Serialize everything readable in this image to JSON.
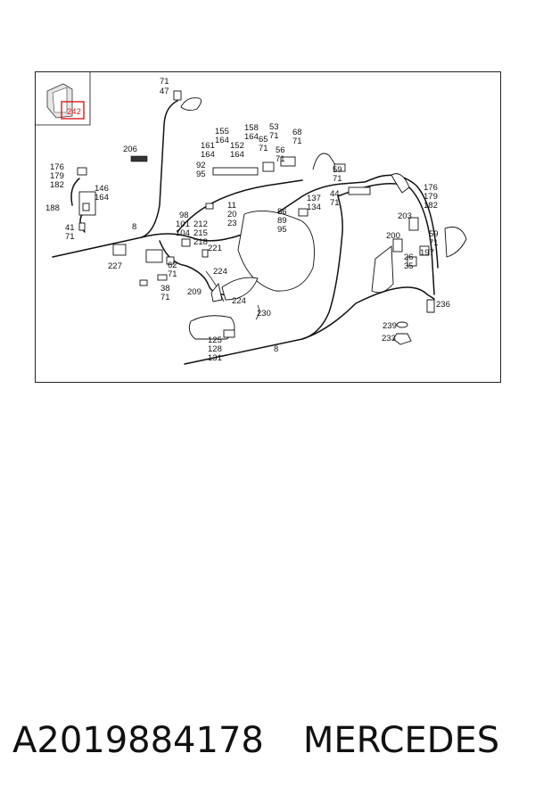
{
  "diagram": {
    "highlight_label": "242",
    "callouts": {
      "c71_47": [
        "71",
        "47"
      ],
      "c206": [
        "206"
      ],
      "c176_left": [
        "176",
        "179",
        "182"
      ],
      "c146": [
        "146",
        "164"
      ],
      "c188": [
        "188"
      ],
      "c41": [
        "41",
        "71"
      ],
      "c8_top": [
        "8"
      ],
      "c227": [
        "227"
      ],
      "c98": [
        "98",
        "101",
        "104"
      ],
      "c212": [
        "212",
        "215",
        "218"
      ],
      "c11": [
        "11",
        "20",
        "23"
      ],
      "c221": [
        "221"
      ],
      "c62": [
        "62",
        "71"
      ],
      "c38": [
        "38",
        "71"
      ],
      "c224a": [
        "224"
      ],
      "c224b": [
        "224"
      ],
      "c209": [
        "209"
      ],
      "c230": [
        "230"
      ],
      "c125": [
        "125",
        "128",
        "131"
      ],
      "c8_bottom": [
        "8"
      ],
      "c155": [
        "155",
        "164"
      ],
      "c161": [
        "161",
        "164"
      ],
      "c152": [
        "152",
        "164"
      ],
      "c158": [
        "158",
        "164"
      ],
      "c92": [
        "92",
        "95"
      ],
      "c53": [
        "53",
        "71"
      ],
      "c65": [
        "65",
        "71"
      ],
      "c56": [
        "56",
        "71"
      ],
      "c68": [
        "68",
        "71"
      ],
      "c86": [
        "86",
        "89",
        "95"
      ],
      "c137": [
        "137",
        "134"
      ],
      "c44": [
        "44",
        "71"
      ],
      "c59_top": [
        "59",
        "71"
      ],
      "c176_right": [
        "176",
        "179",
        "182"
      ],
      "c203": [
        "203"
      ],
      "c200": [
        "200"
      ],
      "c59_right": [
        "59",
        "71"
      ],
      "c26": [
        "26",
        "35"
      ],
      "c197": [
        "197"
      ],
      "c236": [
        "236"
      ],
      "c239": [
        "239"
      ],
      "c233": [
        "233"
      ]
    }
  },
  "footer": {
    "part_number": "A2019884178",
    "brand": "MERCEDES"
  }
}
